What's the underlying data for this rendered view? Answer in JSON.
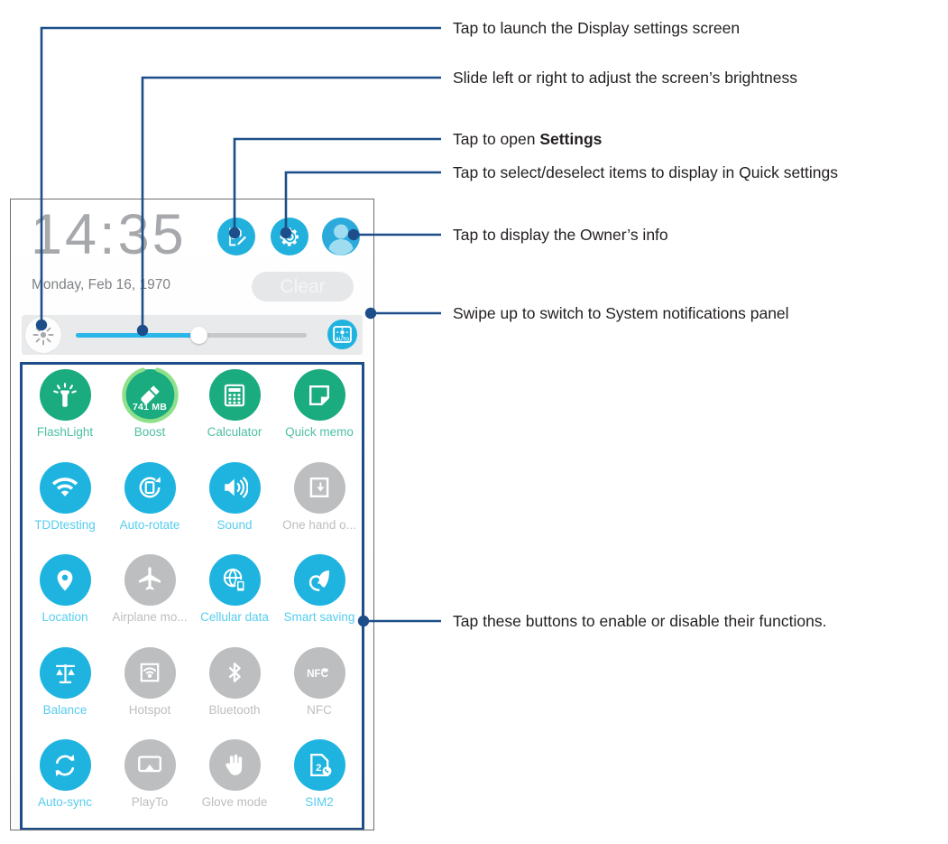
{
  "annotations": [
    {
      "id": "display-settings",
      "text": "Tap to launch the Display settings screen"
    },
    {
      "id": "brightness-slider",
      "text": "Slide left or right to adjust the screen’s brightness"
    },
    {
      "id": "open-settings",
      "text_pre": "Tap to open ",
      "text_bold": "Settings"
    },
    {
      "id": "select-items",
      "text": "Tap to select/deselect items to display in Quick settings"
    },
    {
      "id": "owner-info",
      "text": "Tap to display the Owner’s info"
    },
    {
      "id": "swipe-up",
      "text": "Swipe up to switch to System notifications panel"
    },
    {
      "id": "toggle-buttons",
      "text": "Tap these buttons to enable or disable their functions."
    }
  ],
  "panel": {
    "clock": "14:35",
    "date": "Monday, Feb 16, 1970",
    "clear_label": "Clear",
    "action_icons": [
      {
        "name": "quick-memo-icon",
        "label": "Quick memo"
      },
      {
        "name": "settings-gear-icon",
        "label": "Settings"
      },
      {
        "name": "owner-avatar-icon",
        "label": "Owner"
      }
    ],
    "brightness": {
      "sun_icon": "brightness-icon",
      "auto_icon": "auto-brightness-icon",
      "auto_label": "AUTO",
      "value_percent": 53
    },
    "grid": [
      {
        "label": "FlashLight",
        "icon": "flashlight-icon",
        "state": "green"
      },
      {
        "label": "Boost",
        "icon": "boost-icon",
        "state": "green",
        "badge": "741 MB"
      },
      {
        "label": "Calculator",
        "icon": "calculator-icon",
        "state": "green"
      },
      {
        "label": "Quick memo",
        "icon": "quick-memo-icon",
        "state": "green"
      },
      {
        "label": "TDDtesting",
        "icon": "wifi-icon",
        "state": "blue"
      },
      {
        "label": "Auto-rotate",
        "icon": "auto-rotate-icon",
        "state": "blue"
      },
      {
        "label": "Sound",
        "icon": "sound-icon",
        "state": "blue"
      },
      {
        "label": "One hand o...",
        "icon": "one-hand-icon",
        "state": "off"
      },
      {
        "label": "Location",
        "icon": "location-pin-icon",
        "state": "blue"
      },
      {
        "label": "Airplane mo...",
        "icon": "airplane-icon",
        "state": "off"
      },
      {
        "label": "Cellular data",
        "icon": "cellular-data-icon",
        "state": "blue"
      },
      {
        "label": "Smart saving",
        "icon": "leaf-icon",
        "state": "blue"
      },
      {
        "label": "Balance",
        "icon": "balance-scale-icon",
        "state": "blue"
      },
      {
        "label": "Hotspot",
        "icon": "hotspot-icon",
        "state": "off"
      },
      {
        "label": "Bluetooth",
        "icon": "bluetooth-icon",
        "state": "off"
      },
      {
        "label": "NFC",
        "icon": "nfc-icon",
        "state": "off"
      },
      {
        "label": "Auto-sync",
        "icon": "auto-sync-icon",
        "state": "blue"
      },
      {
        "label": "PlayTo",
        "icon": "play-to-icon",
        "state": "off"
      },
      {
        "label": "Glove mode",
        "icon": "glove-mode-icon",
        "state": "off"
      },
      {
        "label": "SIM2",
        "icon": "sim2-icon",
        "state": "blue"
      }
    ]
  },
  "colors": {
    "leader_line": "#1d4e89",
    "accent_blue": "#1fb4e0",
    "accent_green": "#1aab7e",
    "disabled_gray": "#bcbec0",
    "highlight_box": "#1d4e89"
  }
}
